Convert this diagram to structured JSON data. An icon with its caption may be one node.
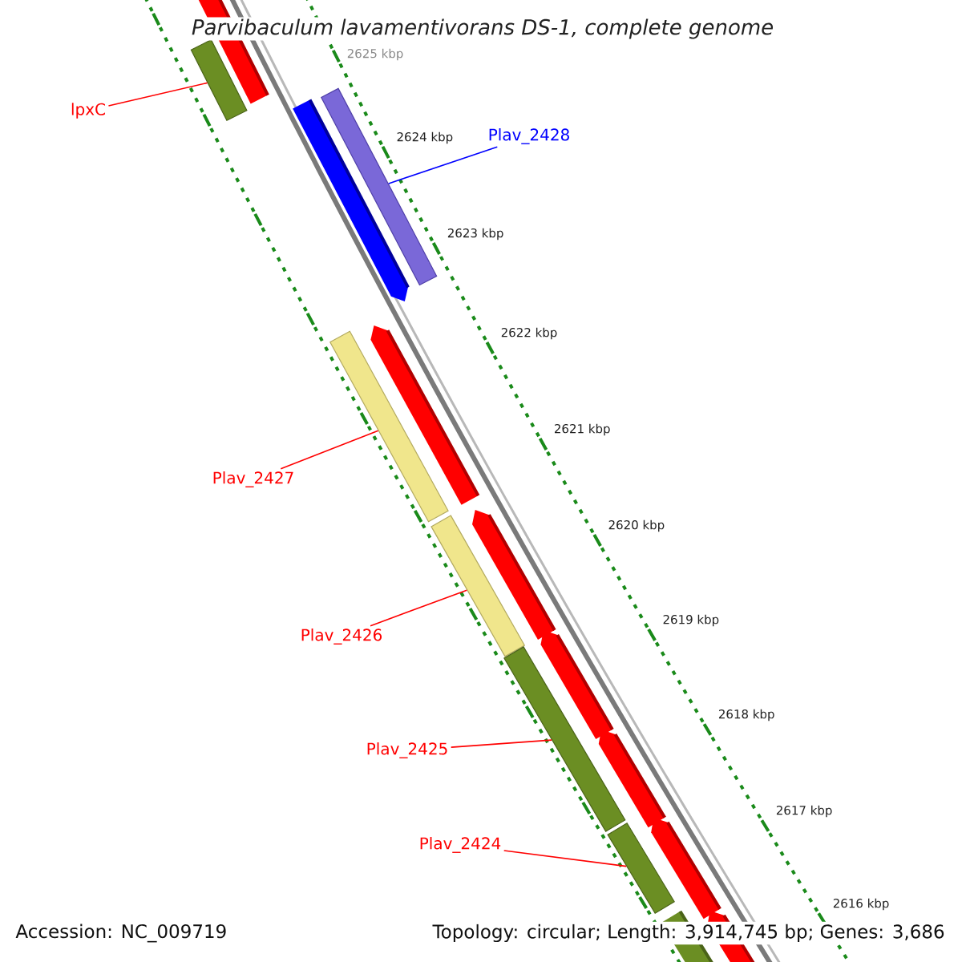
{
  "diagram": {
    "title": "Parvibaculum lavamentivorans DS-1, complete genome",
    "nodes": [
      {
        "text": [
          "lpxC"
        ]
      },
      {
        "text": [],
        "shape": "bar"
      },
      {
        "text": [
          "Plav_2428"
        ]
      },
      {
        "text": [],
        "shape": "bar"
      },
      {
        "text": [
          "Plav_2427"
        ]
      },
      {
        "text": [],
        "shape": "bar"
      },
      {
        "text": [
          "Plav_2426"
        ]
      },
      {
        "text": [],
        "shape": "bar"
      },
      {
        "text": [
          "Plav_2425"
        ]
      },
      {
        "text": [],
        "shape": "bar"
      },
      {
        "text": [
          "Plav_2424"
        ]
      },
      {
        "text": [],
        "shape": "bar"
      }
    ],
    "edges": [
      {
        "from": 0,
        "to": 1,
        "arrow": "none"
      },
      {
        "from": 2,
        "to": 3,
        "arrow": "none",
        "color": "#0000ff"
      },
      {
        "from": 4,
        "to": 5,
        "arrow": "none"
      },
      {
        "from": 6,
        "to": 7,
        "arrow": "none"
      },
      {
        "from": 8,
        "to": 9,
        "arrow": "none"
      },
      {
        "from": 10,
        "to": 11,
        "arrow": "none"
      }
    ],
    "labels": [
      "2625 kbp",
      "2624 kbp",
      "2623 kbp",
      "2622 kbp",
      "2621 kbp",
      "2620 kbp",
      "2619 kbp",
      "2618 kbp",
      "2617 kbp",
      "2616 kbp",
      "Accession: NC_009719",
      "Topology: circular; Length: 3,914,745 bp; Genes: 3,686"
    ]
  }
}
